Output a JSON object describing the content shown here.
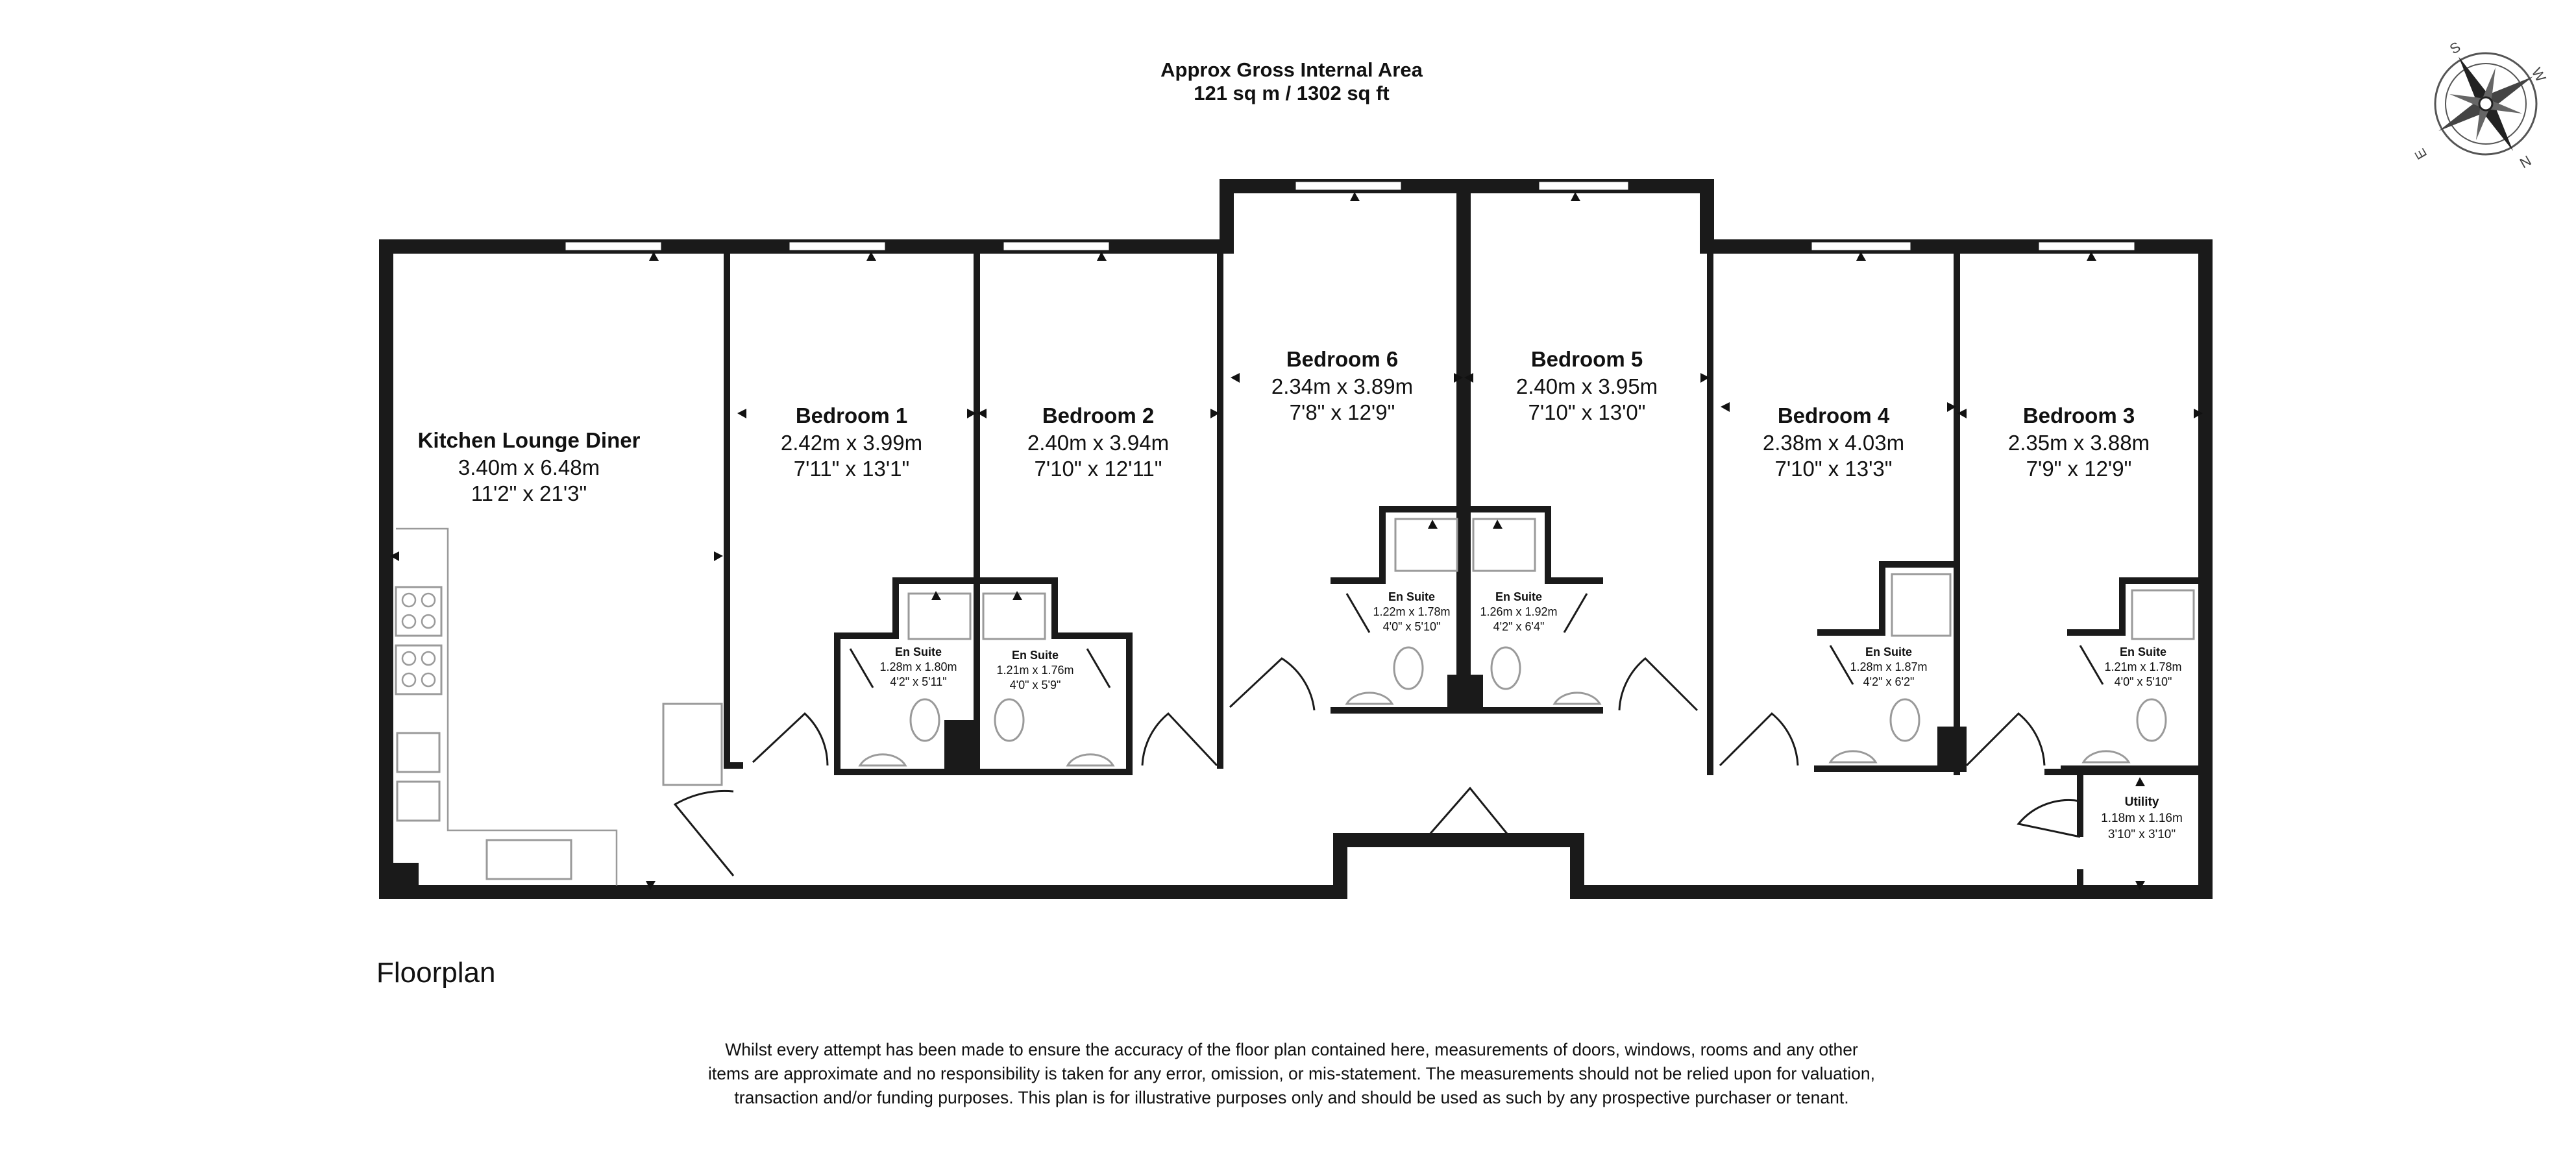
{
  "header": {
    "title": "Approx Gross Internal Area",
    "area": "121 sq m / 1302 sq ft"
  },
  "floor_label": "Floorplan",
  "disclaimer": "Whilst every attempt has been made to ensure the accuracy of the floor plan contained here, measurements of doors, windows, rooms and any other items are approximate and no responsibility is taken for any error, omission, or mis-statement. The measurements should not be relied upon for valuation, transaction and/or funding purposes. This plan is for illustrative purposes only and should be used as such by any prospective purchaser or tenant.",
  "compass": {
    "letters": [
      "S",
      "W",
      "E",
      "N"
    ]
  },
  "rooms": {
    "kitchen": {
      "name": "Kitchen Lounge Diner",
      "metric": "3.40m x 6.48m",
      "imperial": "11'2\" x 21'3\""
    },
    "bedroom1": {
      "name": "Bedroom 1",
      "metric": "2.42m x 3.99m",
      "imperial": "7'11\" x 13'1\""
    },
    "bedroom2": {
      "name": "Bedroom 2",
      "metric": "2.40m x 3.94m",
      "imperial": "7'10\" x 12'11\""
    },
    "bedroom6": {
      "name": "Bedroom 6",
      "metric": "2.34m x 3.89m",
      "imperial": "7'8\" x 12'9\""
    },
    "bedroom5": {
      "name": "Bedroom 5",
      "metric": "2.40m x 3.95m",
      "imperial": "7'10\" x 13'0\""
    },
    "bedroom4": {
      "name": "Bedroom 4",
      "metric": "2.38m x 4.03m",
      "imperial": "7'10\" x 13'3\""
    },
    "bedroom3": {
      "name": "Bedroom 3",
      "metric": "2.35m x 3.88m",
      "imperial": "7'9\" x 12'9\""
    },
    "ensuite1": {
      "name": "En Suite",
      "metric": "1.28m x 1.80m",
      "imperial": "4'2\" x 5'11\""
    },
    "ensuite2": {
      "name": "En Suite",
      "metric": "1.21m x 1.76m",
      "imperial": "4'0\" x 5'9\""
    },
    "ensuite6": {
      "name": "En Suite",
      "metric": "1.22m x 1.78m",
      "imperial": "4'0\" x 5'10\""
    },
    "ensuite5": {
      "name": "En Suite",
      "metric": "1.26m x 1.92m",
      "imperial": "4'2\" x 6'4\""
    },
    "ensuite4": {
      "name": "En Suite",
      "metric": "1.28m x 1.87m",
      "imperial": "4'2\" x 6'2\""
    },
    "ensuite3": {
      "name": "En Suite",
      "metric": "1.21m x 1.78m",
      "imperial": "4'0\" x 5'10\""
    },
    "utility": {
      "name": "Utility",
      "metric": "1.18m x 1.16m",
      "imperial": "3'10\" x 3'10\""
    }
  }
}
